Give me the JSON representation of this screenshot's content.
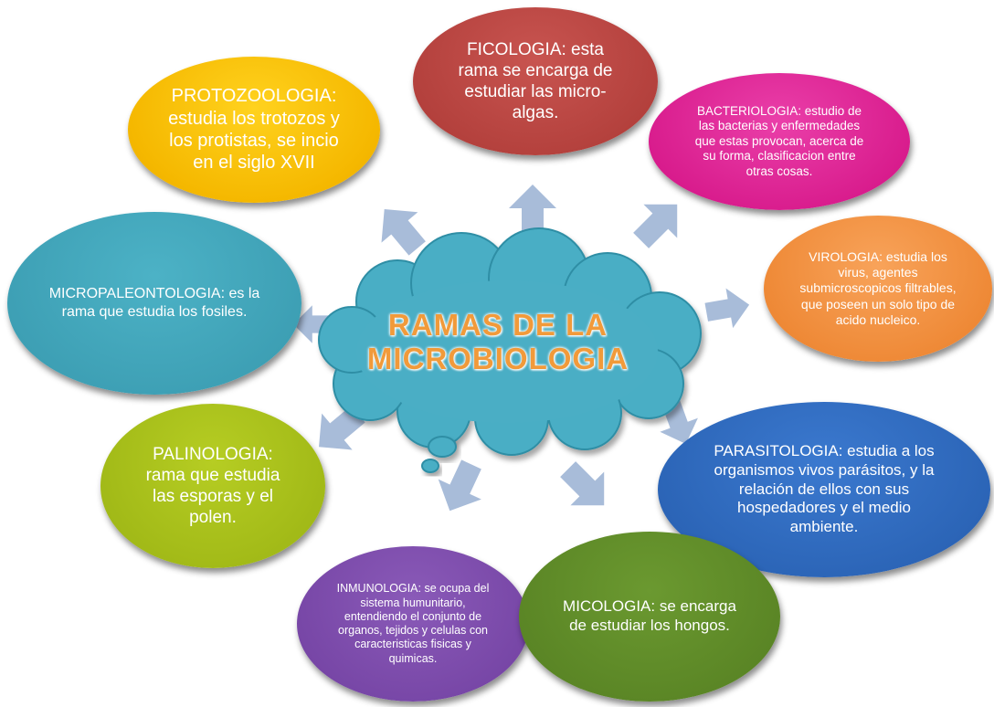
{
  "title": {
    "line1": "RAMAS DE LA",
    "line2": "MICROBIOLOGIA"
  },
  "branches": {
    "protozoologia": "PROTOZOOLOGIA: estudia los trotozos y los protistas, se incio en el siglo XVII",
    "ficologia": "FICOLOGIA: esta rama se encarga de estudiar las micro-algas.",
    "bacteriologia": "BACTERIOLOGIA: estudio de las bacterias y enfermedades que estas provocan, acerca de su forma, clasificacion entre otras cosas.",
    "virologia": "VIROLOGIA: estudia los virus, agentes submicroscopicos filtrables, que poseen un solo tipo de acido nucleico.",
    "micropaleontologia": "MICROPALEONTOLOGIA: es la rama que estudia los fosiles.",
    "palinologia": "PALINOLOGIA: rama que estudia las esporas  y el polen.",
    "parasitologia": "PARASITOLOGIA: estudia a los organismos vivos parásitos, y la relación de ellos con sus hospedadores y el medio ambiente.",
    "inmunologia": "INMUNOLOGIA: se ocupa del sistema humunitario, entendiendo el conjunto de organos, tejidos y celulas con caracteristicas fisicas y quimicas.",
    "micologia": "MICOLOGIA: se encarga de estudiar los hongos."
  },
  "colors": {
    "protozoologia": "#f5b800",
    "ficologia": "#b3403c",
    "bacteriologia": "#d81b8c",
    "virologia": "#ee8835",
    "micropaleontologia": "#3d9fb4",
    "palinologia": "#a1b917",
    "parasitologia": "#2b64b6",
    "inmunologia": "#7746a6",
    "micologia": "#5a8525",
    "cloud": "#4aaec5",
    "title": "#f19a3a",
    "arrow": "#a8bcd9"
  }
}
